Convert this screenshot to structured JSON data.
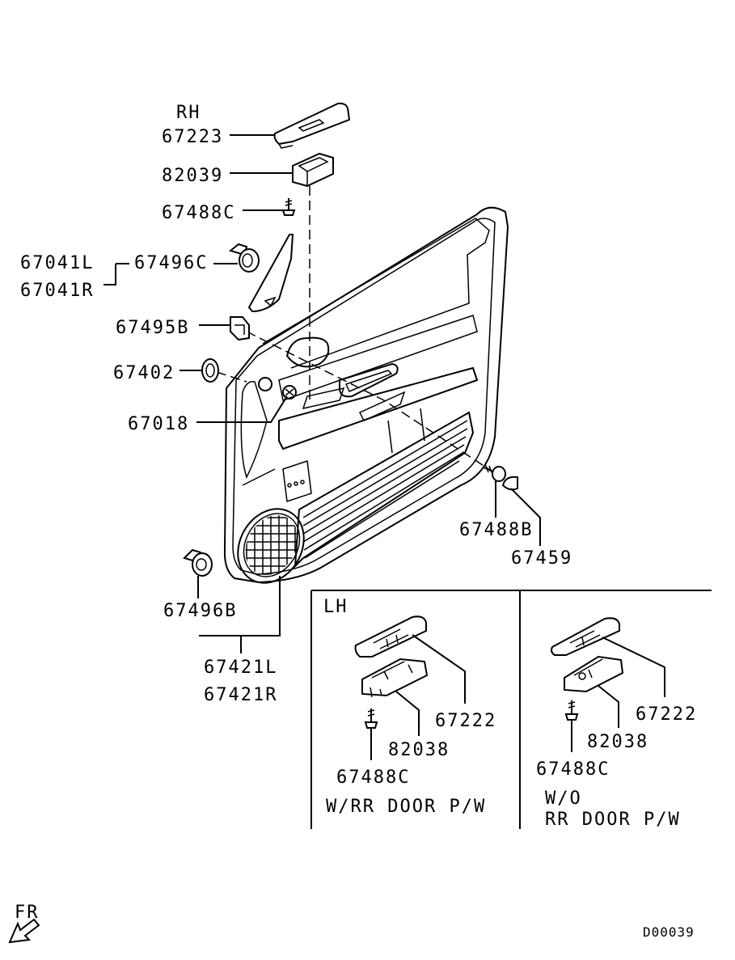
{
  "labels": {
    "rh": "RH",
    "lh": "LH",
    "p67223": "67223",
    "p82039": "82039",
    "p67488c_top": "67488C",
    "p67041l": "67041L",
    "p67041r": "67041R",
    "p67496c": "67496C",
    "p67495b": "67495B",
    "p67402": "67402",
    "p67018": "67018",
    "p67488b": "67488B",
    "p67459": "67459",
    "p67496b": "67496B",
    "p67421l": "67421L",
    "p67421r": "67421R",
    "lh_67222": "67222",
    "lh_82038": "82038",
    "lh_67488c": "67488C",
    "lh_note": "W/RR  DOOR  P/W",
    "wo_67222": "67222",
    "wo_82038": "82038",
    "wo_67488c": "67488C",
    "wo_note_1": "W/O",
    "wo_note_2": "RR  DOOR  P/W",
    "fr": "FR",
    "code": "D00039"
  }
}
